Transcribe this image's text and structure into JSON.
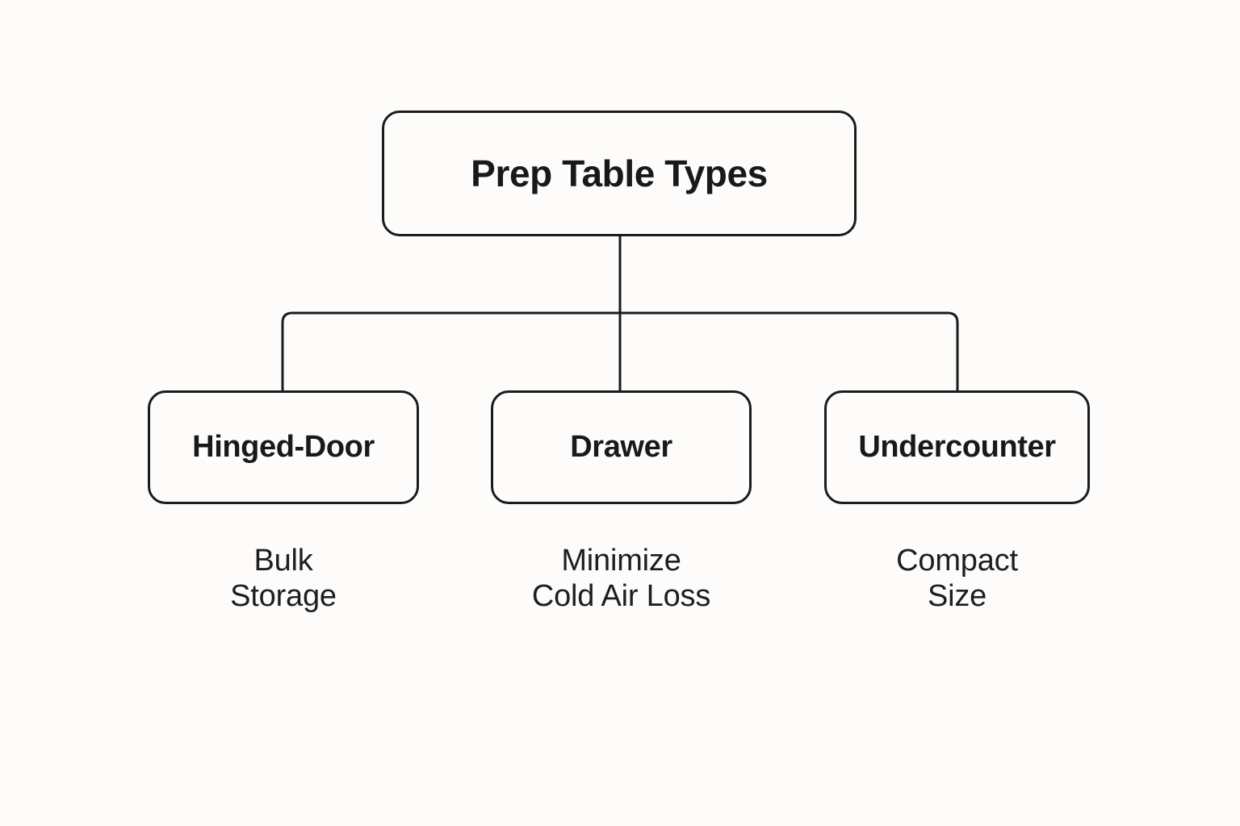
{
  "diagram": {
    "title": "Prep Table Types",
    "type": "hierarchy-tree",
    "background_color": "#fdfcfa",
    "line_color": "#1b1b1b",
    "text_color": "#18191a",
    "root": {
      "label": "Prep Table Types"
    },
    "children": [
      {
        "label": "Hinged-Door",
        "caption_lines": [
          "Bulk",
          "Storage"
        ]
      },
      {
        "label": "Drawer",
        "caption_lines": [
          "Minimize",
          "Cold Air Loss"
        ]
      },
      {
        "label": "Undercounter",
        "caption_lines": [
          "Compact",
          "Size"
        ]
      }
    ]
  }
}
